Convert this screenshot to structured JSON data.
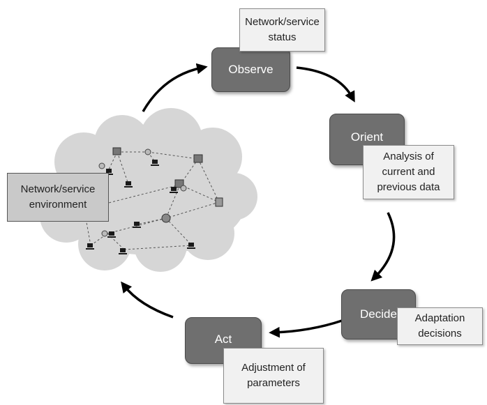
{
  "colors": {
    "stage_fill": "#6f6f6f",
    "note_fill": "#f1f1f1",
    "cloud_fill": "#d6d6d6",
    "arrow": "#000000"
  },
  "observe": {
    "label": "Observe",
    "note_lines": [
      "Network/service",
      "status"
    ]
  },
  "orient": {
    "label": "Orient",
    "note_lines": [
      "Analysis of",
      "current and",
      "previous data"
    ]
  },
  "decide": {
    "label": "Decide",
    "note_lines": [
      "Adaptation",
      "decisions"
    ]
  },
  "act": {
    "label": "Act",
    "note_lines": [
      "Adjustment of",
      "parameters"
    ]
  },
  "environment": {
    "lines": [
      "Network/service",
      "environment"
    ],
    "icons": [
      "cloud-icon",
      "router-icon",
      "computer-icon",
      "server-icon"
    ]
  }
}
